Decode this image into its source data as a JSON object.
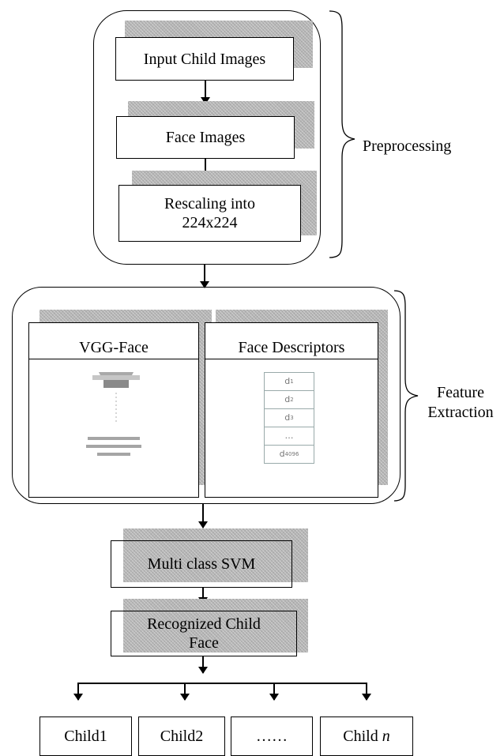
{
  "preprocessing": {
    "label": "Preprocessing",
    "steps": [
      "Input Child Images",
      "Face Images",
      "Rescaling into 224x224"
    ]
  },
  "feature_extraction": {
    "label": "Feature Extraction",
    "vgg_title": "VGG-Face",
    "descriptors_title": "Face Descriptors",
    "descriptors": [
      "d1",
      "d2",
      "d3",
      "...",
      "d4096"
    ]
  },
  "classifier": {
    "label": "Multi class SVM"
  },
  "result": {
    "label": "Recognized Child Face"
  },
  "outputs": [
    "Child1",
    "Child2",
    "……",
    "Child n"
  ]
}
